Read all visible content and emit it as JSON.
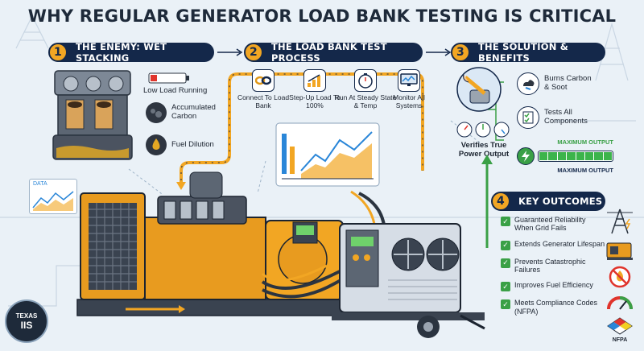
{
  "title": "WHY REGULAR GENERATOR LOAD BANK TESTING IS CRITICAL",
  "sections": {
    "enemy": {
      "num": "1",
      "title": "THE ENEMY: WET STACKING"
    },
    "process": {
      "num": "2",
      "title": "THE LOAD BANK TEST PROCESS"
    },
    "solution": {
      "num": "3",
      "title": "THE SOLUTION & BENEFITS"
    },
    "outcomes": {
      "num": "4",
      "title": "KEY OUTCOMES"
    }
  },
  "enemy_items": [
    {
      "label": "Low Load Running",
      "icon": "battery-low-icon"
    },
    {
      "label": "Accumulated Carbon",
      "icon": "carbon-cloud-icon"
    },
    {
      "label": "Fuel Dilution",
      "icon": "fuel-drop-icon"
    }
  ],
  "process_steps": [
    {
      "label": "Connect To Load Bank",
      "icon": "chain-link-icon"
    },
    {
      "label": "Step-Up Load To 100%",
      "icon": "step-chart-icon"
    },
    {
      "label": "Run At Steady State & Temp",
      "icon": "stopwatch-icon"
    },
    {
      "label": "Monitor All Systems",
      "icon": "monitor-icon"
    }
  ],
  "solution_items": [
    {
      "label": "Burns Carbon & Soot",
      "icon": "cleaning-icon"
    },
    {
      "label": "Tests All Components",
      "icon": "checklist-icon"
    },
    {
      "label": "Verifies True Power Output",
      "icon": "gauges-icon"
    }
  ],
  "max_output": {
    "top_label": "MAXIMUM OUTPUT",
    "bottom_label": "MAXIMUM OUTPUT",
    "level": 1.0
  },
  "outcomes": [
    {
      "label": "Guaranteed Reliability When Grid Fails",
      "icon": "power-tower-icon"
    },
    {
      "label": "Extends Generator Lifespan",
      "icon": "generator-icon"
    },
    {
      "label": "Prevents Catastrophic Failures",
      "icon": "no-fire-icon"
    },
    {
      "label": "Improves Fuel Efficiency",
      "icon": "fuel-gauge-icon"
    },
    {
      "label": "Meets Compliance Codes (NFPA)",
      "icon": "nfpa-icon"
    }
  ],
  "nfpa_text": "NFPA",
  "data_panel_label": "DATA",
  "logo": {
    "line1": "TEXAS",
    "line2": "IIS"
  },
  "colors": {
    "navy": "#14284a",
    "amber": "#f2a623",
    "green": "#3aa046",
    "background": "#eaf1f7"
  }
}
